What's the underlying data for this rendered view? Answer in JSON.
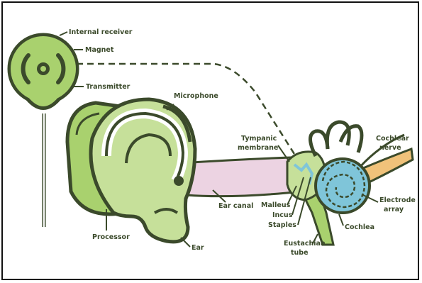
{
  "labels": {
    "internal_receiver": "Internal receiver",
    "magnet": "Magnet",
    "transmitter": "Transmitter",
    "microphone": "Microphone",
    "tympanic_line1": "Tympanic",
    "tympanic_line2": "membrane",
    "cochlear_nerve_line1": "Cochlear",
    "cochlear_nerve_line2": "nerve",
    "ear_canal": "Ear canal",
    "malleus": "Malleus",
    "incus": "Incus",
    "staples": "Staples",
    "electrode_line1": "Electrode",
    "electrode_line2": "array",
    "cochlea": "Cochlea",
    "processor": "Processor",
    "ear": "Ear",
    "eustachian_line1": "Eustachian",
    "eustachian_line2": "tube"
  },
  "colors": {
    "outline": "#3b4a2b",
    "green_light": "#c6e09a",
    "green_mid": "#a9d16e",
    "pink": "#ecd3e2",
    "blue": "#7fc5d9",
    "nerve": "#f0c27a"
  }
}
